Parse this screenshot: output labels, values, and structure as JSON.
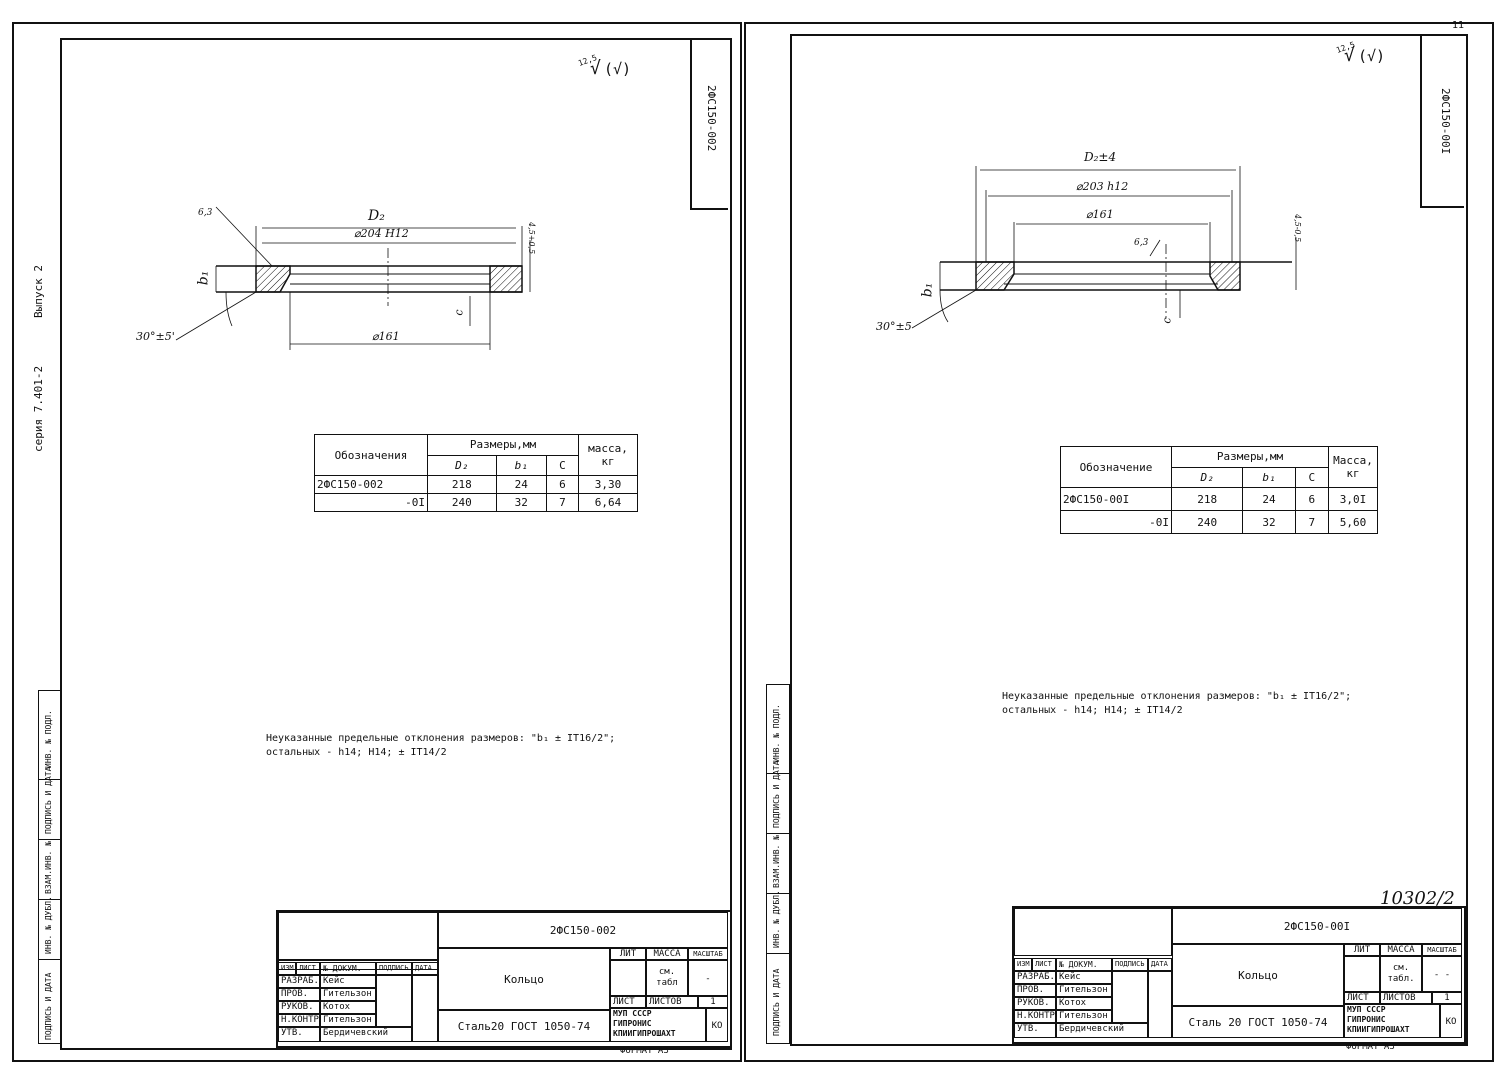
{
  "left_sheet": {
    "series": "серия 7.401-2",
    "issue": "Выпуск 2",
    "corner_code": "2ФС150-002",
    "roughness": "12,5",
    "roughness_alt": "(√)",
    "dims": {
      "d2": "D₂",
      "d204": "⌀204 H12",
      "d161": "⌀161",
      "chamfer_label": "6,3",
      "angle": "30°±5'",
      "b1": "b₁",
      "c": "c",
      "gap": "4,5+0,5"
    },
    "table": {
      "h_designation": "Обозначения",
      "h_sizes": "Размеры,мм",
      "h_mass": "масса, кг",
      "h_d2": "D₂",
      "h_b1": "b₁",
      "h_c": "C",
      "rows": [
        {
          "designation": "2ФС150-002",
          "d2": "218",
          "b1": "24",
          "c": "6",
          "mass": "3,30"
        },
        {
          "designation": "-0I",
          "d2": "240",
          "b1": "32",
          "c": "7",
          "mass": "6,64"
        }
      ]
    },
    "note_line1": "Неуказанные предельные отклонения размеров: \"b₁ ± IT16/2\";",
    "note_line2": "остальных - h14; H14; ± IT14/2",
    "titleblock": {
      "code": "2ФС150-002",
      "name": "Кольцо",
      "material": "Сталь20 ГОСТ 1050-74",
      "lit": "ЛИТ",
      "mass_h": "МАССА",
      "scale_h": "МАСШТАБ",
      "mass_val": "см. табл",
      "scale_val": "-",
      "sheet_h": "ЛИСТ",
      "sheets_h": "ЛИСТОВ",
      "sheets_val": "1",
      "org_line1": "МУП СССР",
      "org_line2": "ГИПРОНИС",
      "org_line3": "КПИИГИПРОШАХТ",
      "format": "ФОРМАТ А3",
      "ko": "КО",
      "head_izm": "ИЗМ",
      "head_list": "ЛИСТ",
      "head_doc": "№ ДОКУМ.",
      "head_sign": "ПОДПИСЬ",
      "head_date": "ДАТА",
      "roles": [
        {
          "role": "РАЗРАБ.",
          "name": "Кейс"
        },
        {
          "role": "ПРОВ.",
          "name": "Гительзон"
        },
        {
          "role": "РУКОВ.",
          "name": "Котох"
        },
        {
          "role": "Н.КОНТР.",
          "name": "Гительзон"
        },
        {
          "role": "УТВ.",
          "name": "Бердичевский"
        }
      ]
    }
  },
  "right_sheet": {
    "corner_code": "2ФС150-00I",
    "roughness": "12,5",
    "roughness_alt": "(√)",
    "dims": {
      "d2": "D₂±4",
      "d203": "⌀203 h12",
      "d161": "⌀161",
      "chamfer_label": "6,3",
      "angle": "30°±5",
      "b1": "b₁",
      "c": "c",
      "gap": "4,5-0,5"
    },
    "table": {
      "h_designation": "Обозначение",
      "h_sizes": "Размеры,мм",
      "h_mass": "Масса, кг",
      "h_d2": "D₂",
      "h_b1": "b₁",
      "h_c": "C",
      "rows": [
        {
          "designation": "2ФС150-00I",
          "d2": "218",
          "b1": "24",
          "c": "6",
          "mass": "3,0I"
        },
        {
          "designation": "-0I",
          "d2": "240",
          "b1": "32",
          "c": "7",
          "mass": "5,60"
        }
      ]
    },
    "note_line1": "Неуказанные предельные отклонения размеров: \"b₁ ± IT16/2\";",
    "note_line2": "остальных - h14; H14; ± IT14/2",
    "handwritten": "10302/2",
    "titleblock": {
      "code": "2ФС150-00I",
      "name": "Кольцо",
      "material": "Сталь 20 ГОСТ 1050-74",
      "lit": "ЛИТ",
      "mass_h": "МАССА",
      "scale_h": "МАСШТАБ",
      "mass_val": "см. табл.",
      "scale_val": "- -",
      "sheet_h": "ЛИСТ",
      "sheets_h": "ЛИСТОВ",
      "sheets_val": "1",
      "org_line1": "МУП СССР",
      "org_line2": "ГИПРОНИС",
      "org_line3": "КПИИГИПРОШАХТ",
      "format": "ФОРМАТ А3",
      "ko": "КО",
      "head_izm": "ИЗМ",
      "head_list": "ЛИСТ",
      "head_doc": "№ ДОКУМ.",
      "head_sign": "ПОДПИСЬ",
      "head_date": "ДАТА",
      "roles": [
        {
          "role": "РАЗРАБ.",
          "name": "Кейс"
        },
        {
          "role": "ПРОВ.",
          "name": "Гительзон"
        },
        {
          "role": "РУКОВ.",
          "name": "Котох"
        },
        {
          "role": "Н.КОНТР.",
          "name": "Гительзон"
        },
        {
          "role": "УТВ.",
          "name": "Бердичевский"
        }
      ]
    }
  },
  "side_strip": {
    "cells": [
      "ИНВ. № ПОДЛ.",
      "ПОДПИСЬ И ДАТА",
      "ВЗАМ.ИНВ. №",
      "ИНВ. № ДУБЛ.",
      "ПОДПИСЬ И ДАТА"
    ]
  },
  "page_number": "11"
}
